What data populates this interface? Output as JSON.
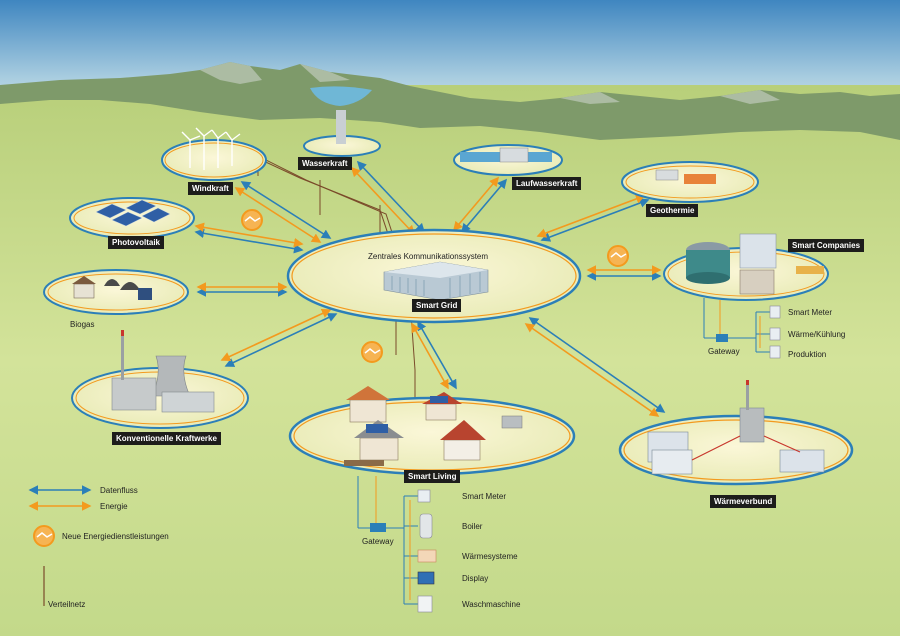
{
  "hub": {
    "title": "Zentrales Kommunikationssystem",
    "label": "Smart Grid"
  },
  "nodes": {
    "windkraft": "Windkraft",
    "wasserkraft": "Wasserkraft",
    "laufwasserkraft": "Laufwasserkraft",
    "geothermie": "Geothermie",
    "photovoltaik": "Photovoltaik",
    "smart_companies": "Smart Companies",
    "biogas": "Biogas",
    "konventionelle": "Konventionelle Kraftwerke",
    "smart_living": "Smart Living",
    "waermeverbund": "Wärmeverbund"
  },
  "companies_detail": {
    "gateway": "Gateway",
    "items": [
      "Smart Meter",
      "Wärme/Kühlung",
      "Produktion"
    ]
  },
  "living_detail": {
    "gateway": "Gateway",
    "items": [
      "Smart Meter",
      "Boiler",
      "Wärmesysteme",
      "Display",
      "Waschmaschine"
    ]
  },
  "legend": {
    "datenfluss": "Datenfluss",
    "energie": "Energie",
    "dienstleistungen": "Neue Energiedienstleistungen",
    "verteilnetz": "Verteilnetz"
  },
  "colors": {
    "data_arrow": "#2b7fb8",
    "energy_arrow": "#f39a1e",
    "sky_top": "#4a8fc4",
    "sky_bottom": "#d4e6ef"
  }
}
